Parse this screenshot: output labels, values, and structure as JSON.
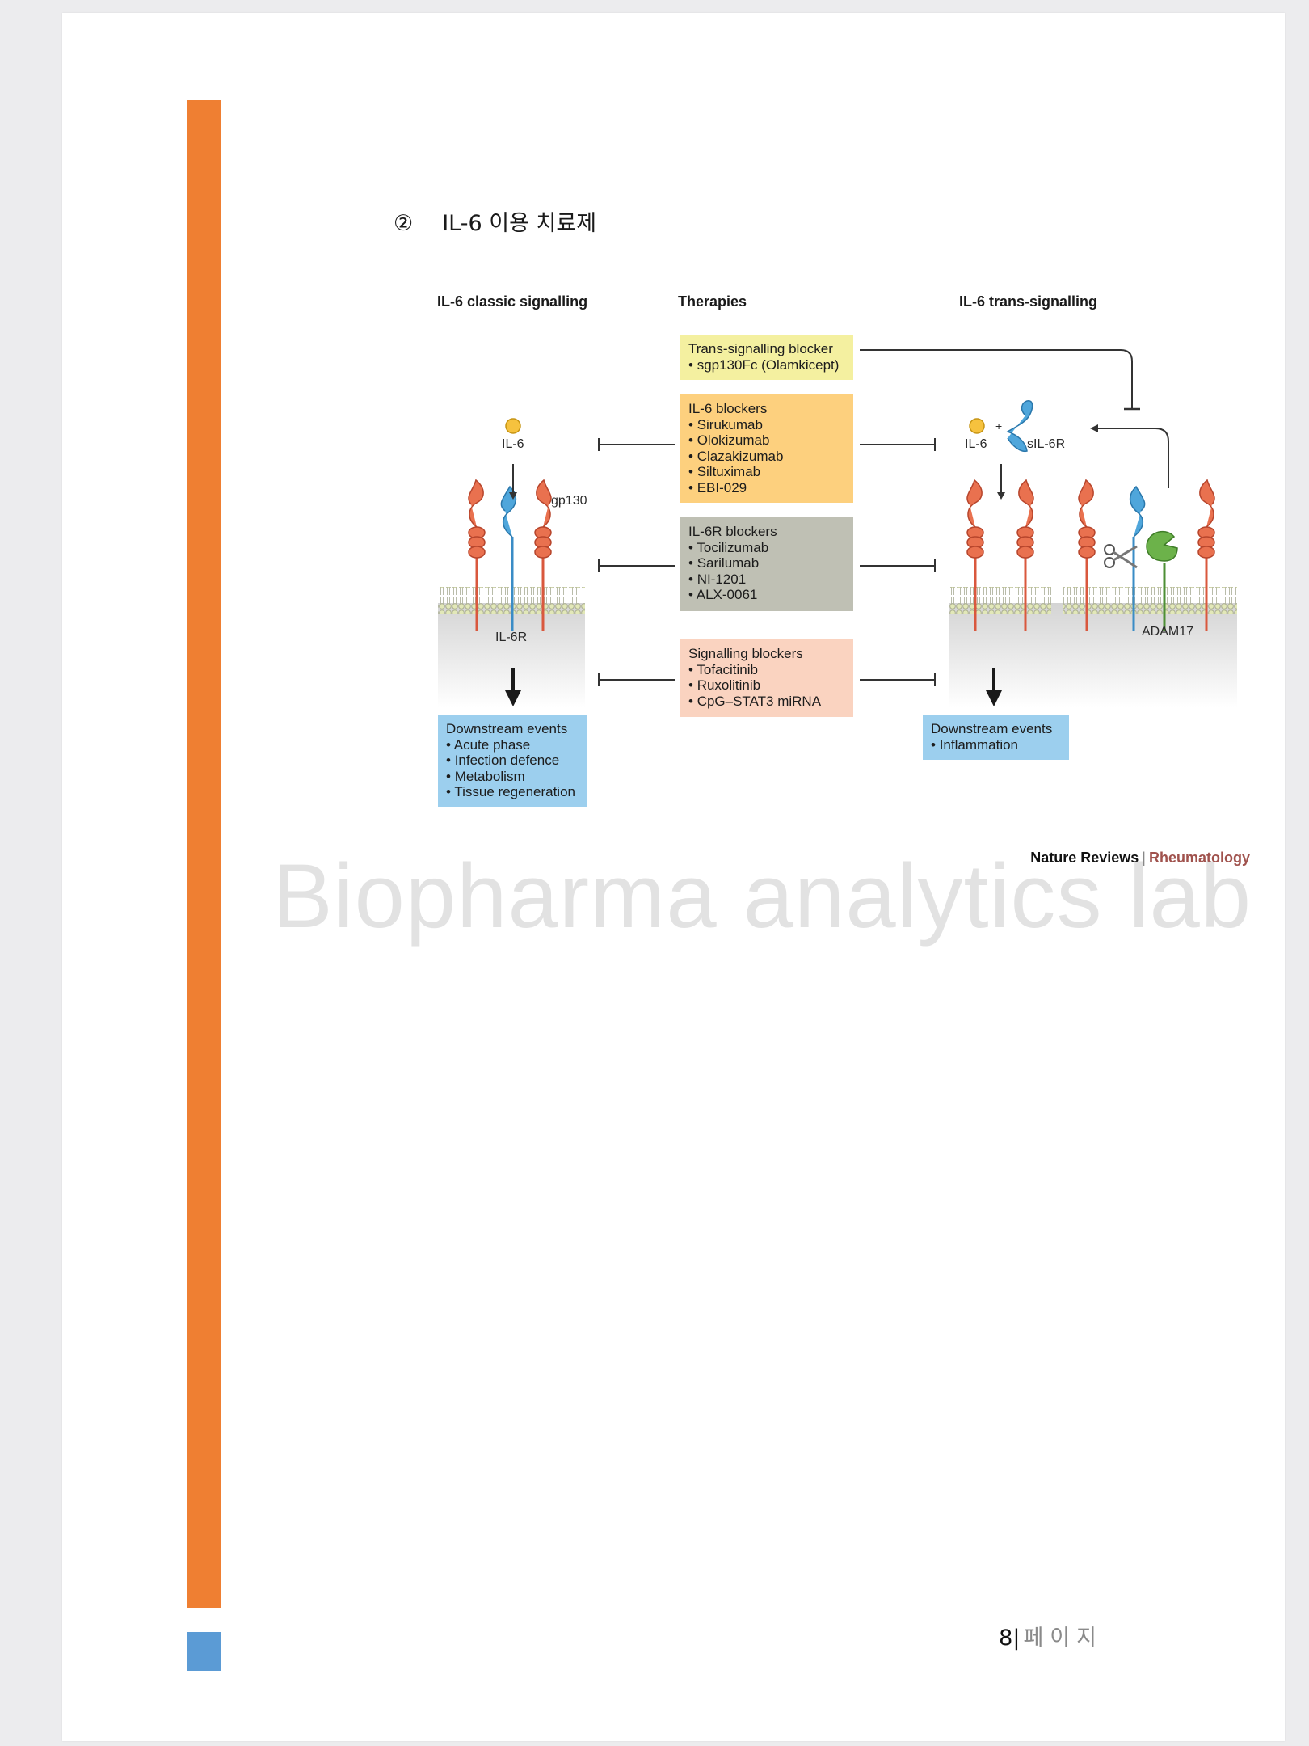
{
  "heading": {
    "number": "②",
    "text": "IL-6 이용 치료제"
  },
  "figure": {
    "columns": {
      "classic": "IL-6 classic signalling",
      "therapies": "Therapies",
      "trans": "IL-6 trans-signalling"
    },
    "boxes": {
      "trans_blocker": {
        "title": "Trans-signalling blocker",
        "items": [
          "sgp130Fc (Olamkicept)"
        ],
        "color": "#f4f0a0"
      },
      "il6_blockers": {
        "title": "IL-6 blockers",
        "items": [
          "Sirukumab",
          "Olokizumab",
          "Clazakizumab",
          "Siltuximab",
          "EBI-029"
        ],
        "color": "#fdd07e"
      },
      "il6r_blockers": {
        "title": "IL-6R blockers",
        "items": [
          "Tocilizumab",
          "Sarilumab",
          "NI-1201",
          "ALX-0061"
        ],
        "color": "#bfc0b4"
      },
      "signalling_blockers": {
        "title": "Signalling blockers",
        "items": [
          "Tofacitinib",
          "Ruxolitinib",
          "CpG–STAT3 miRNA"
        ],
        "color": "#fad3c0"
      },
      "downstream_classic": {
        "title": "Downstream events",
        "items": [
          "Acute phase",
          "Infection defence",
          "Metabolism",
          "Tissue regeneration"
        ],
        "color": "#9ccfee"
      },
      "downstream_trans": {
        "title": "Downstream events",
        "items": [
          "Inflammation"
        ],
        "color": "#9ccfee"
      }
    },
    "labels": {
      "il6_left": "IL-6",
      "gp130": "gp130",
      "il6r": "IL-6R",
      "il6_right": "IL-6",
      "plus": "+",
      "sil6r": "sIL-6R",
      "adam17": "ADAM17"
    },
    "attribution": {
      "publisher": "Nature Reviews",
      "separator": "|",
      "journal": "Rheumatology"
    }
  },
  "watermark": "Biopharma analytics lab",
  "footer": {
    "page_number": "8",
    "separator": "|",
    "page_word": "페이지"
  },
  "colors": {
    "accent_orange": "#ef7f32",
    "accent_blue": "#5b9bd5"
  }
}
